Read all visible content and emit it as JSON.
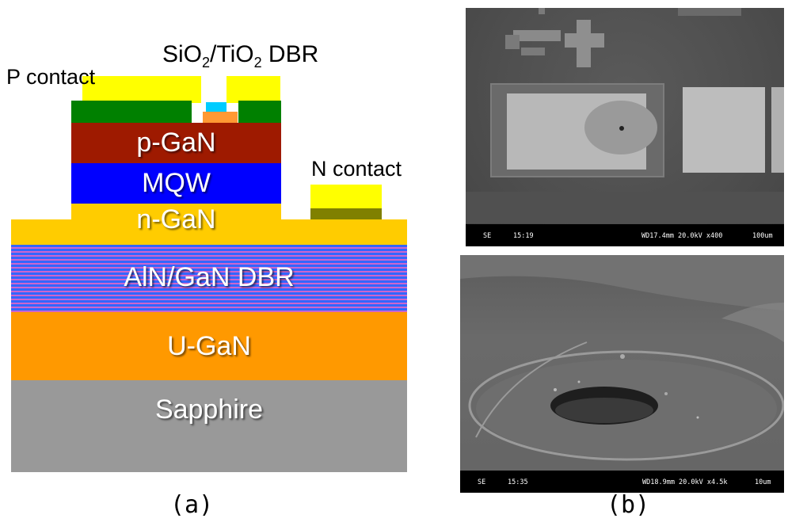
{
  "figure_a": {
    "caption": "(a)",
    "labels": {
      "p_contact": "P contact",
      "n_contact": "N contact",
      "top_dbr_prefix": "SiO",
      "top_dbr_sub1": "2",
      "top_dbr_mid": "/TiO",
      "top_dbr_sub2": "2",
      "top_dbr_suffix": " DBR"
    },
    "layers": {
      "p_gan": "p-GaN",
      "mqw": "MQW",
      "n_gan": "n-GaN",
      "aln_gan_dbr": "AlN/GaN DBR",
      "u_gan": "U-GaN",
      "sapphire": "Sapphire"
    },
    "colors": {
      "p_contact": "#ffff00",
      "current_spreading": "#008000",
      "oxide_aperture": "#ff9933",
      "top_dbr": "#00ccff",
      "p_gan": "#9e1a00",
      "mqw": "#0000ff",
      "n_gan": "#ffcc00",
      "dbr_stripe_a": "#3366ff",
      "dbr_stripe_b": "#cc66cc",
      "u_gan": "#ff9900",
      "sapphire": "#999999",
      "n_contact_metal": "#808000"
    }
  },
  "figure_b": {
    "caption": "(b)",
    "sem_top": {
      "mode": "SE",
      "time": "15:19",
      "params": "WD17.4mm 20.0kV x400",
      "scale": "100um"
    },
    "sem_bottom": {
      "mode": "SE",
      "time": "15:35",
      "params": "WD18.9mm 20.0kV x4.5k",
      "scale": "10um"
    }
  }
}
